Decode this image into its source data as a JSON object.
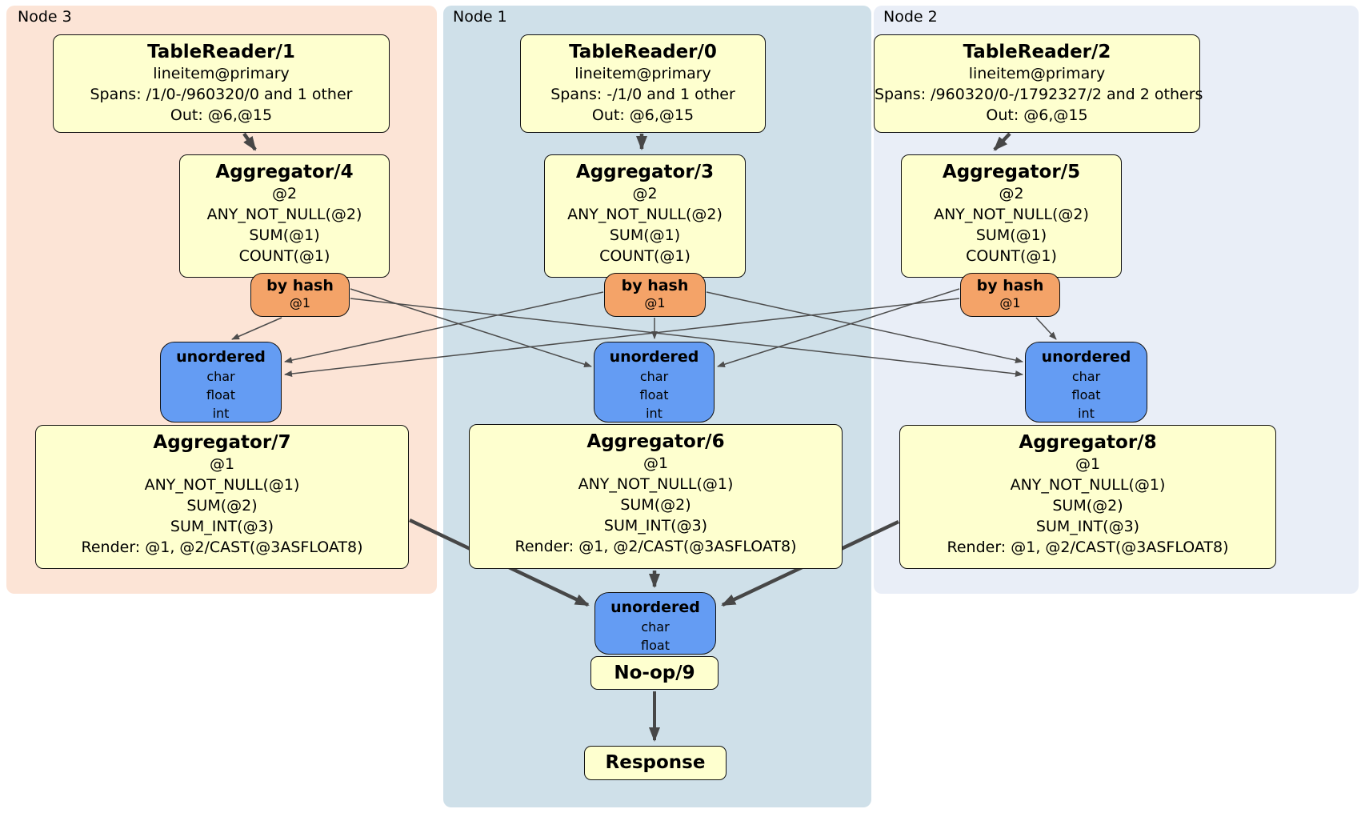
{
  "colors": {
    "node3_band": "#fce4d6",
    "node1_band": "#cfe0e9",
    "node2_band": "#e9eef7",
    "processor_fill": "#feffcf",
    "router_fill": "#f4a368",
    "sync_fill": "#649cf3",
    "edge_thin": "#4d4d4d",
    "edge_thick": "#474747"
  },
  "bands": {
    "node3": {
      "label": "Node 3"
    },
    "node1": {
      "label": "Node 1"
    },
    "node2": {
      "label": "Node 2"
    }
  },
  "processors": {
    "tr1": {
      "title": "TableReader/1",
      "lines": [
        "lineitem@primary",
        "Spans: /1/0-/960320/0 and 1 other",
        "Out: @6,@15"
      ]
    },
    "tr0": {
      "title": "TableReader/0",
      "lines": [
        "lineitem@primary",
        "Spans: -/1/0 and 1 other",
        "Out: @6,@15"
      ]
    },
    "tr2": {
      "title": "TableReader/2",
      "lines": [
        "lineitem@primary",
        "Spans: /960320/0-/1792327/2 and 2 others",
        "Out: @6,@15"
      ]
    },
    "agg4": {
      "title": "Aggregator/4",
      "lines": [
        "@2",
        "ANY_NOT_NULL(@2)",
        "SUM(@1)",
        "COUNT(@1)"
      ]
    },
    "agg3": {
      "title": "Aggregator/3",
      "lines": [
        "@2",
        "ANY_NOT_NULL(@2)",
        "SUM(@1)",
        "COUNT(@1)"
      ]
    },
    "agg5": {
      "title": "Aggregator/5",
      "lines": [
        "@2",
        "ANY_NOT_NULL(@2)",
        "SUM(@1)",
        "COUNT(@1)"
      ]
    },
    "agg7": {
      "title": "Aggregator/7",
      "lines": [
        "@1",
        "ANY_NOT_NULL(@1)",
        "SUM(@2)",
        "SUM_INT(@3)",
        "Render: @1, @2/CAST(@3ASFLOAT8)"
      ]
    },
    "agg6": {
      "title": "Aggregator/6",
      "lines": [
        "@1",
        "ANY_NOT_NULL(@1)",
        "SUM(@2)",
        "SUM_INT(@3)",
        "Render: @1, @2/CAST(@3ASFLOAT8)"
      ]
    },
    "agg8": {
      "title": "Aggregator/8",
      "lines": [
        "@1",
        "ANY_NOT_NULL(@1)",
        "SUM(@2)",
        "SUM_INT(@3)",
        "Render: @1, @2/CAST(@3ASFLOAT8)"
      ]
    },
    "noop": {
      "title": "No-op/9"
    },
    "response": {
      "title": "Response"
    }
  },
  "routers": {
    "byhash3": {
      "title": "by hash",
      "lines": [
        "@1"
      ]
    },
    "byhash1": {
      "title": "by hash",
      "lines": [
        "@1"
      ]
    },
    "byhash2": {
      "title": "by hash",
      "lines": [
        "@1"
      ]
    }
  },
  "syncs": {
    "unord3": {
      "title": "unordered",
      "lines": [
        "char",
        "float",
        "int"
      ]
    },
    "unord1": {
      "title": "unordered",
      "lines": [
        "char",
        "float",
        "int"
      ]
    },
    "unord2": {
      "title": "unordered",
      "lines": [
        "char",
        "float",
        "int"
      ]
    },
    "unordF": {
      "title": "unordered",
      "lines": [
        "char",
        "float"
      ]
    }
  }
}
